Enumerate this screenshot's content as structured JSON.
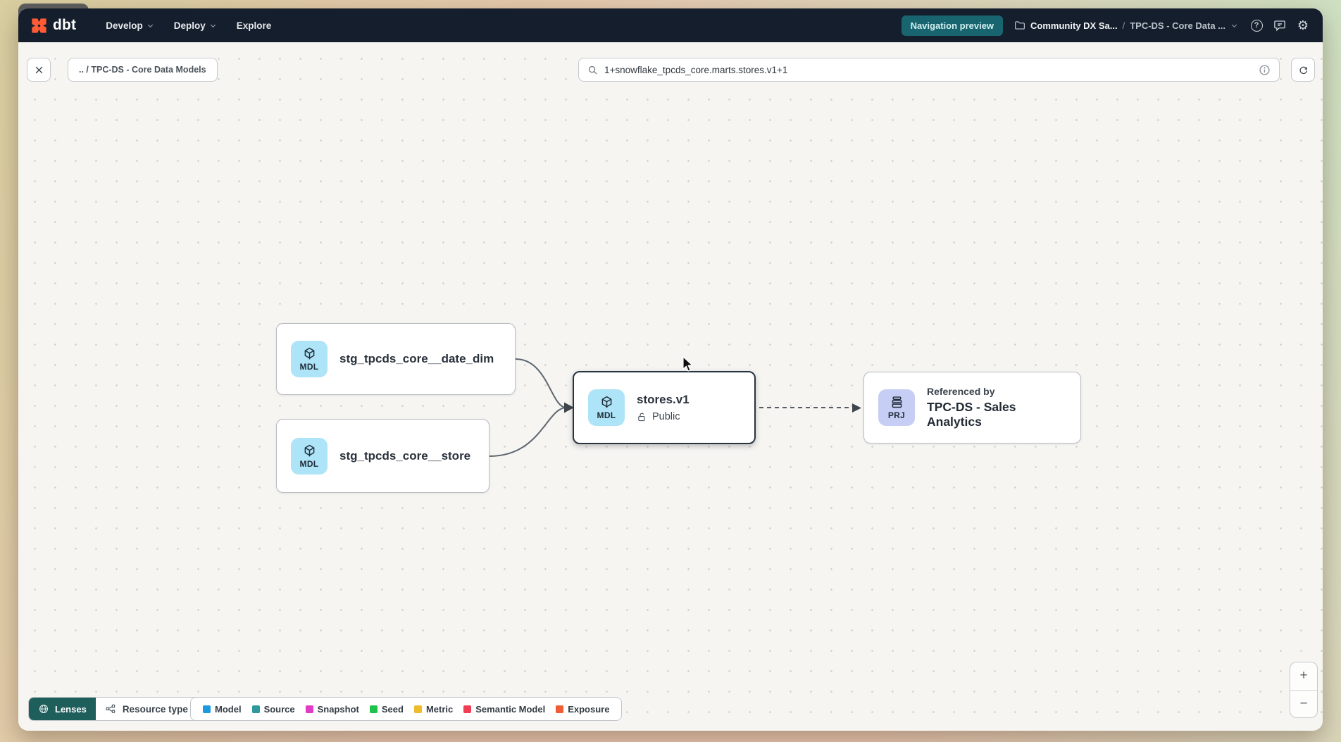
{
  "navbar": {
    "logo": "dbt",
    "menus": [
      {
        "label": "Develop"
      },
      {
        "label": "Deploy"
      },
      {
        "label": "Explore"
      }
    ],
    "preview_badge": "Navigation preview",
    "account": "Community DX Sa...",
    "path_separator": "/",
    "project": "TPC-DS - Core Data ..."
  },
  "toolbar": {
    "breadcrumb": ".. / TPC-DS - Core Data Models",
    "search_value": "1+snowflake_tpcds_core.marts.stores.v1+1"
  },
  "graph": {
    "nodes": {
      "date_dim": {
        "badge": "MDL",
        "label": "stg_tpcds_core__date_dim"
      },
      "store": {
        "badge": "MDL",
        "label": "stg_tpcds_core__store"
      },
      "stores_v1": {
        "badge": "MDL",
        "label": "stores.v1",
        "access": "Public"
      },
      "referenced": {
        "badge": "PRJ",
        "title": "Referenced by",
        "label": "TPC-DS - Sales Analytics"
      }
    }
  },
  "footer": {
    "lenses": "Lenses",
    "resource_type": "Resource type",
    "legend": [
      {
        "label": "Model",
        "color": "#1b9ae2"
      },
      {
        "label": "Source",
        "color": "#2f9a9b"
      },
      {
        "label": "Snapshot",
        "color": "#e03cc6"
      },
      {
        "label": "Seed",
        "color": "#1ec24a"
      },
      {
        "label": "Metric",
        "color": "#eebb2d"
      },
      {
        "label": "Semantic Model",
        "color": "#ef3e54"
      },
      {
        "label": "Exposure",
        "color": "#f05c35"
      }
    ]
  },
  "zoom": {
    "zoom_in": "+",
    "zoom_out": "−"
  },
  "colors": {
    "navbar_bg": "#151e2c",
    "accent_teal": "#18656f",
    "dbt_orange": "#ff5c35",
    "selected_node_border": "#273440",
    "model_badge_bg": "#aee4f8",
    "project_badge_bg": "#c6cef5"
  }
}
